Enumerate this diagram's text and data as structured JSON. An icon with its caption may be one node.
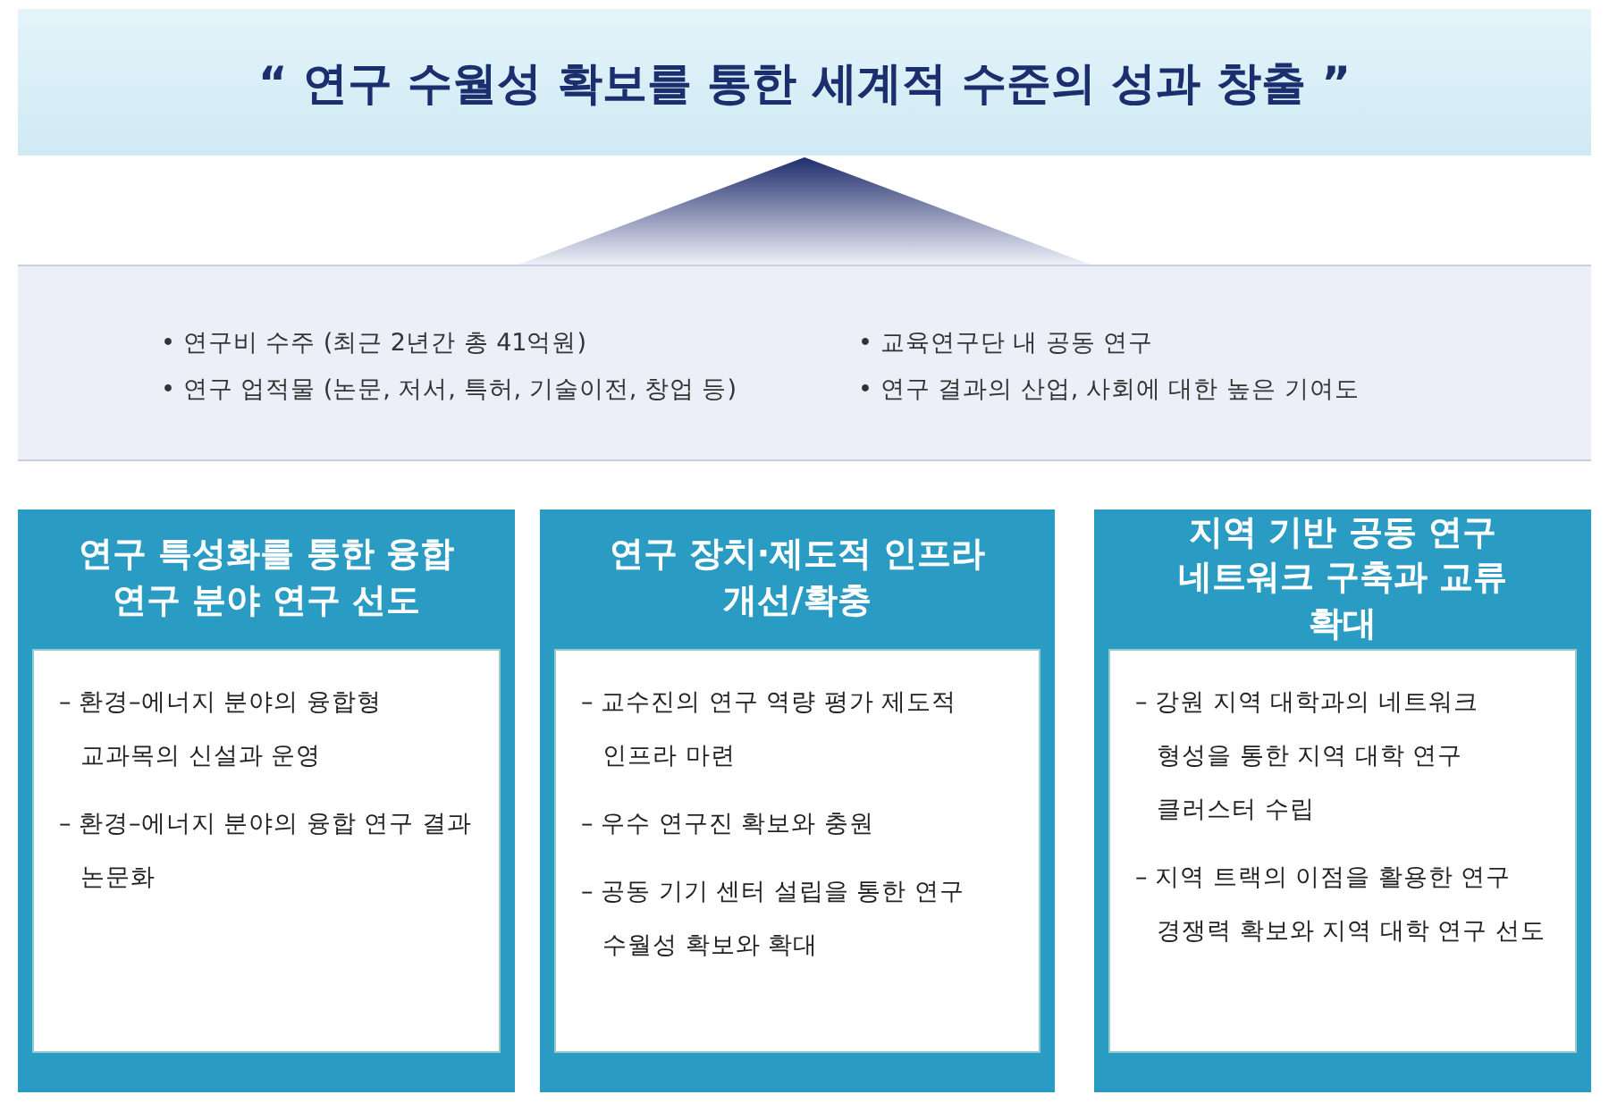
{
  "diagram": {
    "nodes": [
      {
        "text": [
          "“ 연구 수월성 확보를 통한 세계적 수준의 성과 창출 ”"
        ]
      },
      {
        "text": [
          "• 연구비 수주 (최근 2년간 총 41억원)",
          "• 연구 업적물 (논문, 저서, 특허, 기술이전, 창업 등)",
          "• 교육연구단 내 공동 연구",
          "• 연구 결과의 산업, 사회에 대한 높은 기여도"
        ]
      },
      {
        "text": [
          "연구 특성화를 통한 융합 연구 분야 연구 선도",
          "– 환경–에너지 분야의 융합형 교과목의 신설과 운영",
          "– 환경–에너지 분야의 융합 연구 결과 논문화"
        ]
      },
      {
        "text": [
          "연구 장치·제도적 인프라 개선/확충",
          "– 교수진의 연구 역량 평가 제도적 인프라 마련",
          "– 우수 연구진 확보와 충원",
          "– 공동 기기 센터 설립을 통한 연구 수월성 확보와 확대"
        ]
      },
      {
        "text": [
          "지역 기반 공동 연구 네트워크 구축과 교류 확대",
          "– 강원 지역 대학과의 네트워크 형성을 통한 지역 대학 연구 클러스터 수립",
          "– 지역 트랙의 이점을 활용한 연구 경쟁력 확보와 지역 대학 연구 선도"
        ]
      }
    ],
    "edges": [
      {
        "from": 1,
        "to": 0,
        "arrow": "to"
      }
    ]
  }
}
